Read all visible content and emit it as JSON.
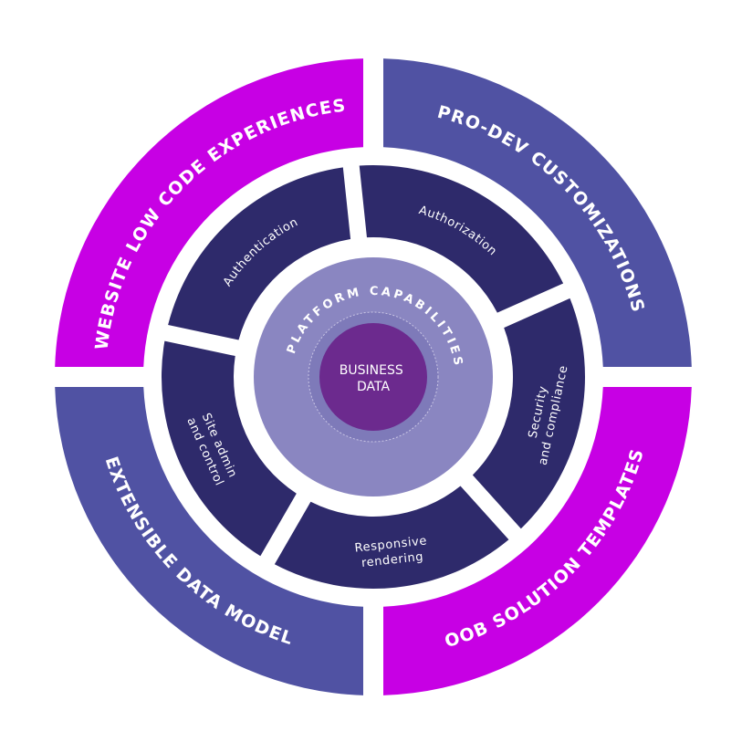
{
  "diagram": {
    "title": "Platform capabilities wheel",
    "colors": {
      "background": "#ffffff",
      "magenta": "#C700E4",
      "indigo": "#5052A3",
      "inner_segment": "#2E2A6B",
      "platform_circle": "#8A86C1",
      "core_band": "#7E7AB9",
      "core": "#6C2A8E",
      "text": "#ffffff"
    },
    "outer_ring": [
      {
        "label": "WEBSITE LOW CODE EXPERIENCES",
        "color_key": "magenta",
        "quadrant": "top-left"
      },
      {
        "label": "PRO-DEV CUSTOMIZATIONS",
        "color_key": "indigo",
        "quadrant": "top-right"
      },
      {
        "label": "OOB SOLUTION TEMPLATES",
        "color_key": "magenta",
        "quadrant": "bottom-right"
      },
      {
        "label": "EXTENSIBLE DATA MODEL",
        "color_key": "indigo",
        "quadrant": "bottom-left"
      }
    ],
    "inner_ring": [
      {
        "lines": [
          "Authentication"
        ],
        "position": "top-left"
      },
      {
        "lines": [
          "Authorization"
        ],
        "position": "top-right"
      },
      {
        "lines": [
          "Security",
          "and compliance"
        ],
        "position": "right"
      },
      {
        "lines": [
          "Responsive",
          "rendering"
        ],
        "position": "bottom"
      },
      {
        "lines": [
          "Site admin",
          "and control"
        ],
        "position": "left"
      }
    ],
    "platform": {
      "label": "PLATFORM CAPABILITIES"
    },
    "core": {
      "lines": [
        "BUSINESS",
        "DATA"
      ]
    }
  }
}
